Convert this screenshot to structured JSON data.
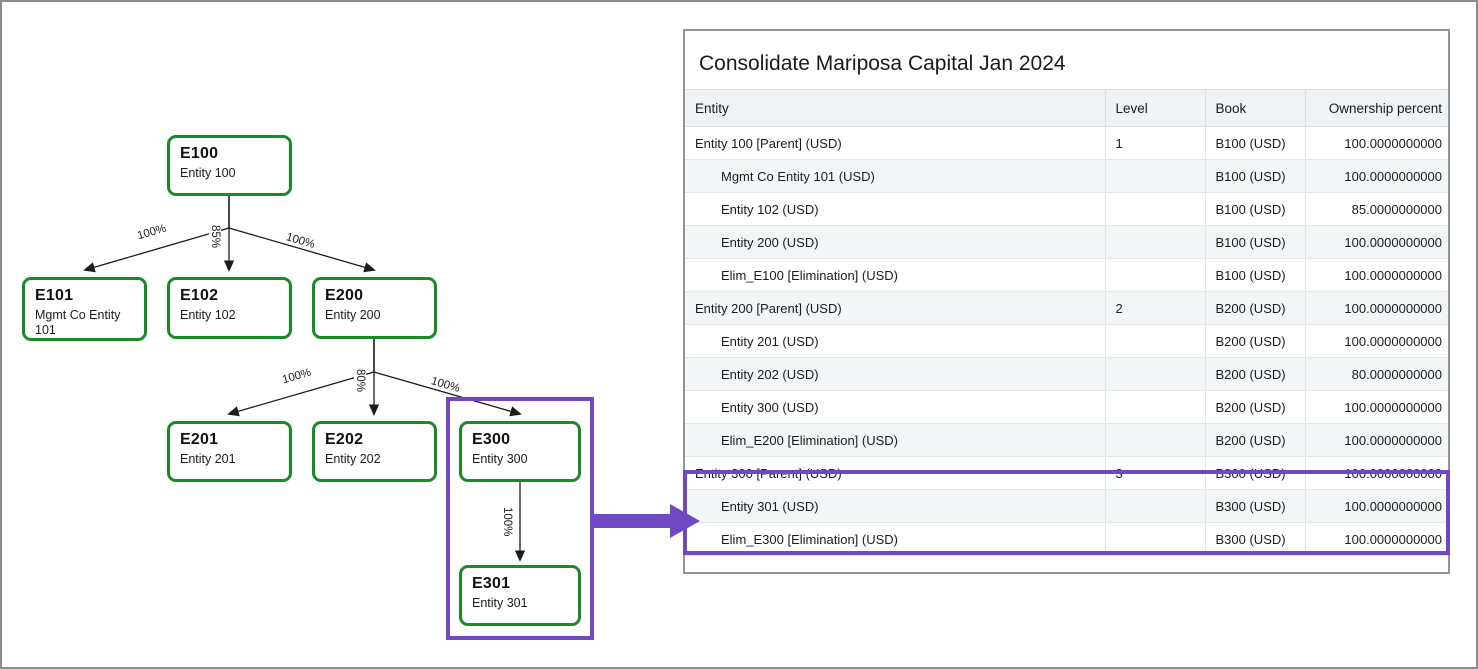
{
  "diagram": {
    "nodes": [
      {
        "id": "E100",
        "code": "E100",
        "name": "Entity 100"
      },
      {
        "id": "E101",
        "code": "E101",
        "name": "Mgmt Co Entity 101"
      },
      {
        "id": "E102",
        "code": "E102",
        "name": "Entity 102"
      },
      {
        "id": "E200",
        "code": "E200",
        "name": "Entity 200"
      },
      {
        "id": "E201",
        "code": "E201",
        "name": "Entity 201"
      },
      {
        "id": "E202",
        "code": "E202",
        "name": "Entity 202"
      },
      {
        "id": "E300",
        "code": "E300",
        "name": "Entity 300"
      },
      {
        "id": "E301",
        "code": "E301",
        "name": "Entity 301"
      }
    ],
    "edges": [
      {
        "from": "E100",
        "to": "E101",
        "label": "100%"
      },
      {
        "from": "E100",
        "to": "E102",
        "label": "85%"
      },
      {
        "from": "E100",
        "to": "E200",
        "label": "100%"
      },
      {
        "from": "E200",
        "to": "E201",
        "label": "100%"
      },
      {
        "from": "E200",
        "to": "E202",
        "label": "80%"
      },
      {
        "from": "E200",
        "to": "E300",
        "label": "100%"
      },
      {
        "from": "E300",
        "to": "E301",
        "label": "100%"
      }
    ],
    "highlight_color": "#7048c4",
    "node_border_color": "#1a8a28"
  },
  "card": {
    "title": "Consolidate Mariposa Capital Jan 2024",
    "columns": [
      "Entity",
      "Level",
      "Book",
      "Ownership percent"
    ],
    "rows": [
      {
        "entity": "Entity 100 [Parent] (USD)",
        "level": "1",
        "book": "B100 (USD)",
        "ownership": "100.0000000000",
        "indent": 0
      },
      {
        "entity": "Mgmt Co Entity 101 (USD)",
        "level": "",
        "book": "B100 (USD)",
        "ownership": "100.0000000000",
        "indent": 1
      },
      {
        "entity": "Entity 102 (USD)",
        "level": "",
        "book": "B100 (USD)",
        "ownership": "85.0000000000",
        "indent": 1
      },
      {
        "entity": "Entity 200 (USD)",
        "level": "",
        "book": "B100 (USD)",
        "ownership": "100.0000000000",
        "indent": 1
      },
      {
        "entity": "Elim_E100 [Elimination] (USD)",
        "level": "",
        "book": "B100 (USD)",
        "ownership": "100.0000000000",
        "indent": 1
      },
      {
        "entity": "Entity 200 [Parent] (USD)",
        "level": "2",
        "book": "B200 (USD)",
        "ownership": "100.0000000000",
        "indent": 0
      },
      {
        "entity": "Entity 201 (USD)",
        "level": "",
        "book": "B200 (USD)",
        "ownership": "100.0000000000",
        "indent": 1
      },
      {
        "entity": "Entity 202 (USD)",
        "level": "",
        "book": "B200 (USD)",
        "ownership": "80.0000000000",
        "indent": 1
      },
      {
        "entity": "Entity 300 (USD)",
        "level": "",
        "book": "B200 (USD)",
        "ownership": "100.0000000000",
        "indent": 1
      },
      {
        "entity": "Elim_E200 [Elimination] (USD)",
        "level": "",
        "book": "B200 (USD)",
        "ownership": "100.0000000000",
        "indent": 1
      },
      {
        "entity": "Entity 300 [Parent] (USD)",
        "level": "3",
        "book": "B300 (USD)",
        "ownership": "100.0000000000",
        "indent": 0
      },
      {
        "entity": "Entity 301 (USD)",
        "level": "",
        "book": "B300 (USD)",
        "ownership": "100.0000000000",
        "indent": 1
      },
      {
        "entity": "Elim_E300 [Elimination] (USD)",
        "level": "",
        "book": "B300 (USD)",
        "ownership": "100.0000000000",
        "indent": 1
      }
    ]
  }
}
